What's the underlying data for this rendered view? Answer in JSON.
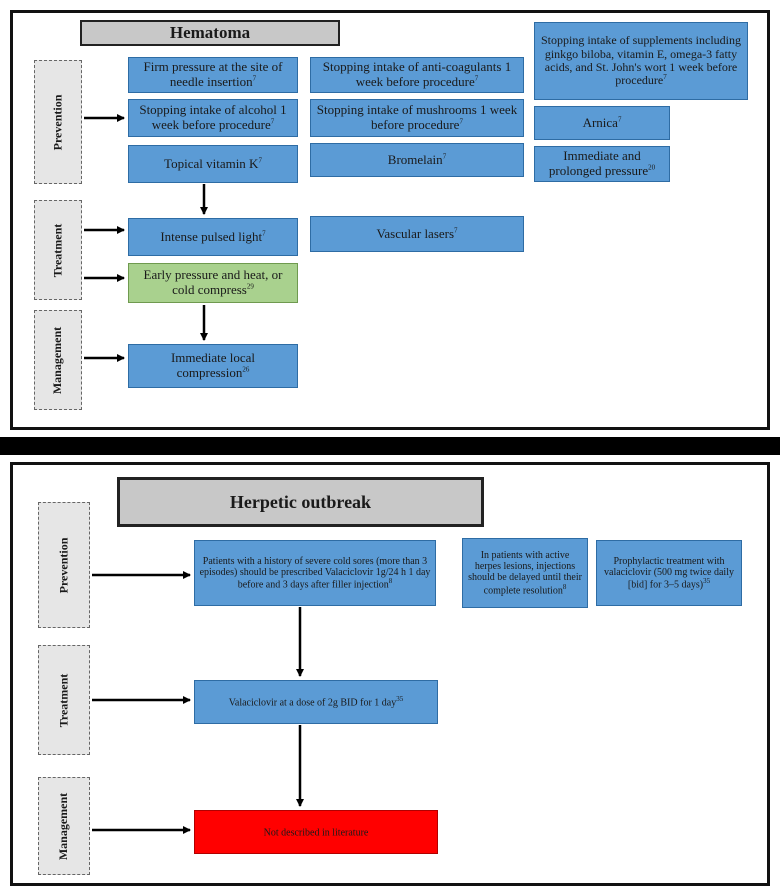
{
  "hematoma": {
    "title": "Hematoma",
    "stages": {
      "prevention": "Prevention",
      "treatment": "Treatment",
      "management": "Management"
    },
    "prevention_boxes": [
      {
        "text": "Firm pressure at the site of needle insertion",
        "ref": "7"
      },
      {
        "text": "Stopping intake of anti-coagulants 1 week before procedure",
        "ref": "7"
      },
      {
        "text": "Stopping intake of supplements including ginkgo biloba, vitamin E, omega-3 fatty acids, and St. John's wort 1 week before procedure",
        "ref": "7"
      },
      {
        "text": "Stopping intake of alcohol 1 week before procedure",
        "ref": "7"
      },
      {
        "text": "Stopping intake of mushrooms 1 week before procedure",
        "ref": "7"
      },
      {
        "text": "Arnica",
        "ref": "7"
      },
      {
        "text": "Topical vitamin K",
        "ref": "7"
      },
      {
        "text": "Bromelain",
        "ref": "7"
      },
      {
        "text": "Immediate and prolonged pressure",
        "ref": "20"
      }
    ],
    "treatment_boxes": [
      {
        "text": "Intense pulsed light",
        "ref": "7"
      },
      {
        "text": "Vascular lasers",
        "ref": "7"
      },
      {
        "text": "Early pressure and heat, or cold compress",
        "ref": "29"
      }
    ],
    "management_boxes": [
      {
        "text": "Immediate local compression",
        "ref": "26"
      }
    ]
  },
  "herpetic": {
    "title": "Herpetic outbreak",
    "stages": {
      "prevention": "Prevention",
      "treatment": "Treatment",
      "management": "Management"
    },
    "prevention_boxes": [
      {
        "text": "Patients with a history of severe cold sores (more than 3 episodes) should be prescribed Valaciclovir 1g/24 h 1 day before and 3 days after filler injection",
        "ref": "8"
      },
      {
        "text": "In patients with active herpes lesions, injections should be delayed until their complete resolution",
        "ref": "8"
      },
      {
        "text": "Prophylactic treatment with valaciclovir (500 mg twice daily [bid] for 3–5 days)",
        "ref": "35"
      }
    ],
    "treatment_boxes": [
      {
        "text": "Valaciclovir at a dose of 2g BID for 1 day",
        "ref": "35"
      }
    ],
    "management_boxes": [
      {
        "text": "Not described in literature",
        "ref": ""
      }
    ]
  },
  "colors": {
    "blue": "#5b9bd5",
    "green": "#a9d18e",
    "red": "#ff0000",
    "grey": "#c8c8c8"
  }
}
